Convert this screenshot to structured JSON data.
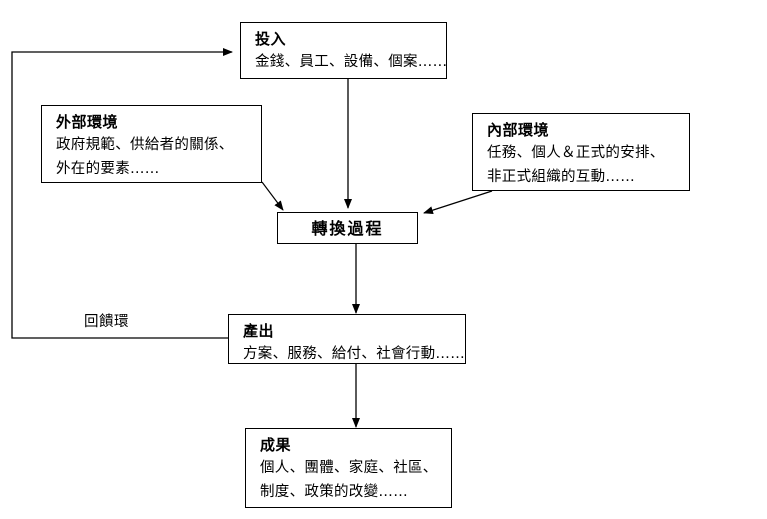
{
  "diagram": {
    "title_text": "",
    "colors": {
      "line": "#000000",
      "box_border": "#000000",
      "background": "#ffffff",
      "text": "#000000"
    },
    "nodes": {
      "input": {
        "title": "投入",
        "lines": [
          "金錢、員工、設備、個案……"
        ]
      },
      "external_environment": {
        "title": "外部環境",
        "lines": [
          "政府規範、供給者的關係、",
          "外在的要素……"
        ]
      },
      "internal_environment": {
        "title": "內部環境",
        "lines": [
          "任務、個人＆正式的安排、",
          "非正式組織的互動……"
        ]
      },
      "transformation": {
        "title": "轉換過程",
        "lines": []
      },
      "output": {
        "title": "產出",
        "lines": [
          "方案、服務、給付、社會行動……"
        ]
      },
      "outcome": {
        "title": "成果",
        "lines": [
          "個人、團體、家庭、社區、",
          "制度、政策的改變……"
        ]
      }
    },
    "labels": {
      "feedback_loop": "回饋環"
    }
  }
}
